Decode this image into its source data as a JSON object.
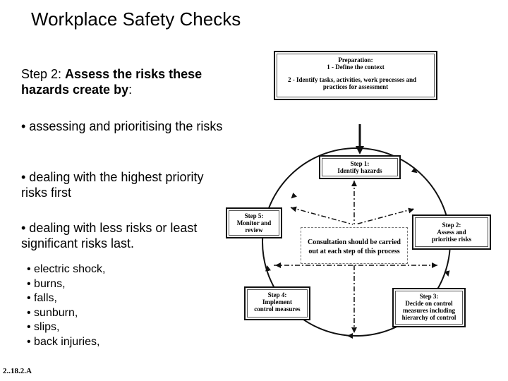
{
  "slide": {
    "title": "Workplace Safety Checks",
    "step_prefix": "Step 2: ",
    "step_bold": "Assess the risks these hazards create by",
    "step_suffix": ":",
    "bullets": [
      "• assessing and prioritising the risks",
      "• dealing with the highest priority risks first",
      "• dealing with less risks or least significant risks last."
    ],
    "sub_bullets": [
      "• electric shock,",
      "• burns,",
      "• falls,",
      "• sunburn,",
      "• slips,",
      "• back injuries,"
    ],
    "footer_code": "2..18.2.A"
  },
  "diagram": {
    "preparation": {
      "title": "Preparation:",
      "item1": "1 - Define the context",
      "item2_line1": "2 - Identify tasks, activities, work processes and",
      "item2_line2": "practices for assessment"
    },
    "step1": {
      "line1": "Step 1:",
      "line2": "Identify hazards"
    },
    "step2": {
      "line1": "Step 2:",
      "line2": "Assess and",
      "line3": "prioritise risks"
    },
    "step3": {
      "line1": "Step 3:",
      "line2": "Decide on control",
      "line3": "measures including",
      "line4": "hierarchy of control"
    },
    "step4": {
      "line1": "Step 4:",
      "line2": "Implement",
      "line3": "control measures"
    },
    "step5": {
      "line1": "Step 5:",
      "line2": "Monitor and",
      "line3": "review"
    },
    "consultation": {
      "line1": "Consultation should be carried",
      "line2": "out at each step of this process"
    }
  }
}
